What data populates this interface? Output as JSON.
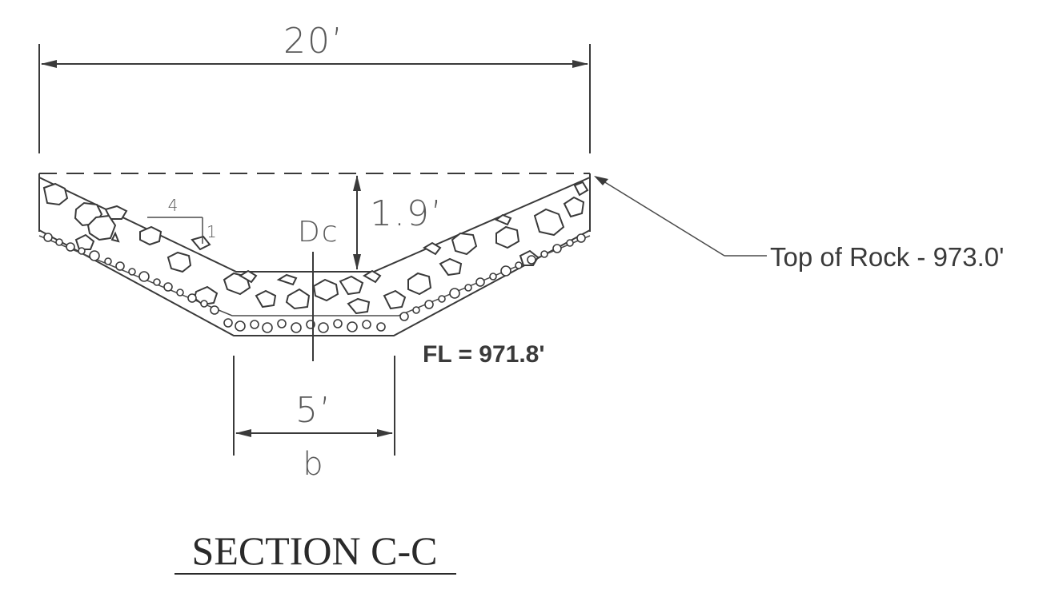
{
  "dimensions": {
    "top_width": "20’",
    "depth": "1.9’",
    "depth_symbol": "Dc",
    "bottom_width": "5’",
    "bottom_symbol": "b"
  },
  "slope": {
    "horizontal": "4",
    "vertical": "1"
  },
  "annotations": {
    "top_of_rock": "Top of Rock - 973.0'",
    "flow_line": "FL = 971.8'"
  },
  "title": "SECTION C-C",
  "colors": {
    "line": "#3a3a3a",
    "dimension_text": "#5a5a5a",
    "background": "#ffffff"
  }
}
